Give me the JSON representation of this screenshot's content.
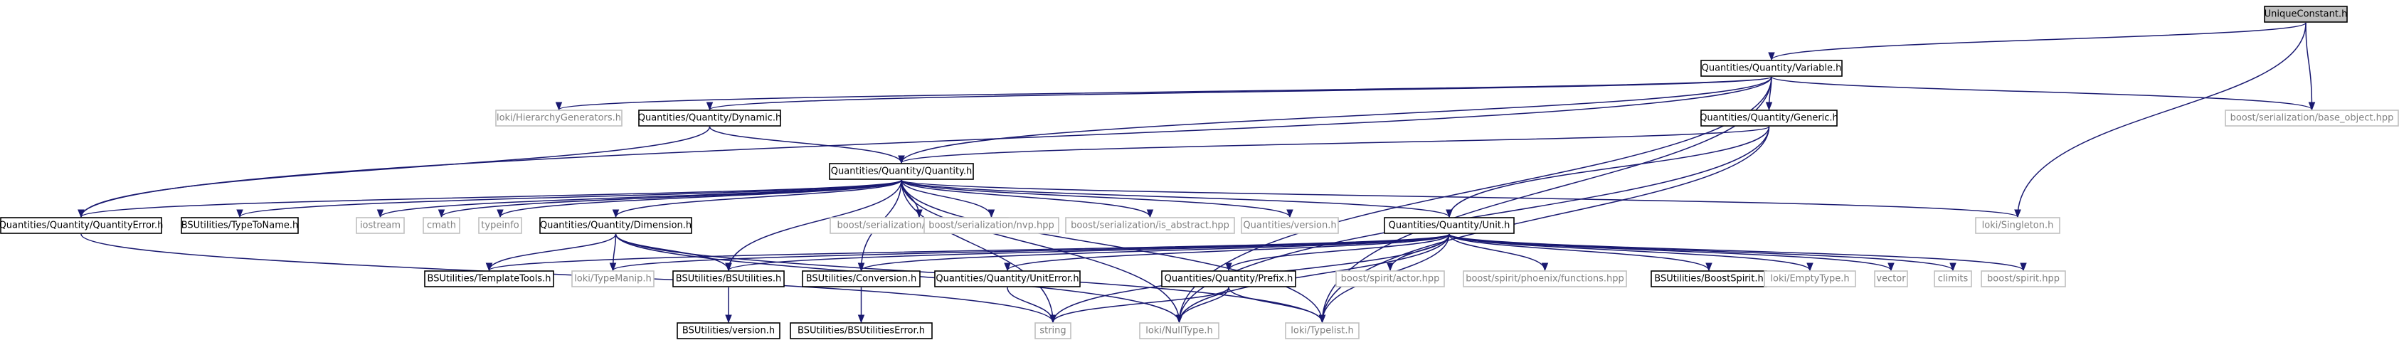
{
  "diagram": {
    "nodes": [
      {
        "id": "unique",
        "label": "UniqueConstant.h",
        "style": "root"
      },
      {
        "id": "variable",
        "label": "Quantities/Quantity/Variable.h",
        "style": "solid"
      },
      {
        "id": "hierarchy",
        "label": "loki/HierarchyGenerators.h",
        "style": "faint"
      },
      {
        "id": "dynamic",
        "label": "Quantities/Quantity/Dynamic.h",
        "style": "solid"
      },
      {
        "id": "generic",
        "label": "Quantities/Quantity/Generic.h",
        "style": "solid"
      },
      {
        "id": "baseobj",
        "label": "boost/serialization/base_object.hpp",
        "style": "faint"
      },
      {
        "id": "quantity",
        "label": "Quantities/Quantity/Quantity.h",
        "style": "solid"
      },
      {
        "id": "qerror",
        "label": "Quantities/Quantity/QuantityError.h",
        "style": "solid"
      },
      {
        "id": "typetoname",
        "label": "BSUtilities/TypeToName.h",
        "style": "solid"
      },
      {
        "id": "iostream",
        "label": "iostream",
        "style": "faint"
      },
      {
        "id": "cmath",
        "label": "cmath",
        "style": "faint"
      },
      {
        "id": "typeinfo",
        "label": "typeinfo",
        "style": "faint"
      },
      {
        "id": "dimension",
        "label": "Quantities/Quantity/Dimension.h",
        "style": "solid"
      },
      {
        "id": "serialization",
        "label": "boost/serialization/serialization.hpp",
        "style": "faint"
      },
      {
        "id": "nvp",
        "label": "boost/serialization/nvp.hpp",
        "style": "faint"
      },
      {
        "id": "isabstract",
        "label": "boost/serialization/is_abstract.hpp",
        "style": "faint"
      },
      {
        "id": "qversion",
        "label": "Quantities/version.h",
        "style": "faint"
      },
      {
        "id": "unit",
        "label": "Quantities/Quantity/Unit.h",
        "style": "solid"
      },
      {
        "id": "singleton",
        "label": "loki/Singleton.h",
        "style": "faint"
      },
      {
        "id": "templatetools",
        "label": "BSUtilities/TemplateTools.h",
        "style": "solid"
      },
      {
        "id": "typemanip",
        "label": "loki/TypeManip.h",
        "style": "faint"
      },
      {
        "id": "bsutilities",
        "label": "BSUtilities/BSUtilities.h",
        "style": "solid"
      },
      {
        "id": "conversion",
        "label": "BSUtilities/Conversion.h",
        "style": "solid"
      },
      {
        "id": "uniterror",
        "label": "Quantities/Quantity/UnitError.h",
        "style": "solid"
      },
      {
        "id": "prefix",
        "label": "Quantities/Quantity/Prefix.h",
        "style": "solid"
      },
      {
        "id": "actor",
        "label": "boost/spirit/actor.hpp",
        "style": "faint"
      },
      {
        "id": "phoenix",
        "label": "boost/spirit/phoenix/functions.hpp",
        "style": "faint"
      },
      {
        "id": "boostspirit",
        "label": "BSUtilities/BoostSpirit.h",
        "style": "solid"
      },
      {
        "id": "emptytype",
        "label": "loki/EmptyType.h",
        "style": "faint"
      },
      {
        "id": "vector",
        "label": "vector",
        "style": "faint"
      },
      {
        "id": "climits",
        "label": "climits",
        "style": "faint"
      },
      {
        "id": "spirithpp",
        "label": "boost/spirit.hpp",
        "style": "faint"
      },
      {
        "id": "bsversion",
        "label": "BSUtilities/version.h",
        "style": "solid"
      },
      {
        "id": "string",
        "label": "string",
        "style": "faint"
      },
      {
        "id": "bserror",
        "label": "BSUtilities/BSUtilitiesError.h",
        "style": "solid"
      },
      {
        "id": "nulltype",
        "label": "loki/NullType.h",
        "style": "faint"
      },
      {
        "id": "typelist",
        "label": "loki/Typelist.h",
        "style": "faint"
      }
    ],
    "edges": [
      [
        "unique",
        "variable"
      ],
      [
        "unique",
        "baseobj"
      ],
      [
        "unique",
        "singleton"
      ],
      [
        "variable",
        "hierarchy"
      ],
      [
        "variable",
        "dynamic"
      ],
      [
        "variable",
        "generic"
      ],
      [
        "variable",
        "baseobj"
      ],
      [
        "variable",
        "quantity"
      ],
      [
        "variable",
        "qerror"
      ],
      [
        "variable",
        "nulltype"
      ],
      [
        "variable",
        "typelist"
      ],
      [
        "dynamic",
        "quantity"
      ],
      [
        "dynamic",
        "qerror"
      ],
      [
        "generic",
        "quantity"
      ],
      [
        "generic",
        "unit"
      ],
      [
        "generic",
        "nulltype"
      ],
      [
        "generic",
        "typelist"
      ],
      [
        "quantity",
        "qerror"
      ],
      [
        "quantity",
        "typetoname"
      ],
      [
        "quantity",
        "iostream"
      ],
      [
        "quantity",
        "cmath"
      ],
      [
        "quantity",
        "typeinfo"
      ],
      [
        "quantity",
        "dimension"
      ],
      [
        "quantity",
        "serialization"
      ],
      [
        "quantity",
        "nvp"
      ],
      [
        "quantity",
        "isabstract"
      ],
      [
        "quantity",
        "qversion"
      ],
      [
        "quantity",
        "unit"
      ],
      [
        "quantity",
        "singleton"
      ],
      [
        "quantity",
        "bsutilities"
      ],
      [
        "quantity",
        "conversion"
      ],
      [
        "quantity",
        "string"
      ],
      [
        "quantity",
        "nulltype"
      ],
      [
        "quantity",
        "typelist"
      ],
      [
        "qerror",
        "string"
      ],
      [
        "dimension",
        "templatetools"
      ],
      [
        "dimension",
        "typemanip"
      ],
      [
        "dimension",
        "bsutilities"
      ],
      [
        "dimension",
        "nulltype"
      ],
      [
        "dimension",
        "typelist"
      ],
      [
        "unit",
        "templatetools"
      ],
      [
        "unit",
        "typemanip"
      ],
      [
        "unit",
        "bsutilities"
      ],
      [
        "unit",
        "conversion"
      ],
      [
        "unit",
        "uniterror"
      ],
      [
        "unit",
        "prefix"
      ],
      [
        "unit",
        "actor"
      ],
      [
        "unit",
        "phoenix"
      ],
      [
        "unit",
        "boostspirit"
      ],
      [
        "unit",
        "emptytype"
      ],
      [
        "unit",
        "vector"
      ],
      [
        "unit",
        "climits"
      ],
      [
        "unit",
        "spirithpp"
      ],
      [
        "unit",
        "string"
      ],
      [
        "unit",
        "nulltype"
      ],
      [
        "unit",
        "typelist"
      ],
      [
        "bsutilities",
        "bsversion"
      ],
      [
        "conversion",
        "bserror"
      ],
      [
        "uniterror",
        "string"
      ],
      [
        "prefix",
        "string"
      ],
      [
        "prefix",
        "nulltype"
      ],
      [
        "prefix",
        "typelist"
      ]
    ]
  }
}
